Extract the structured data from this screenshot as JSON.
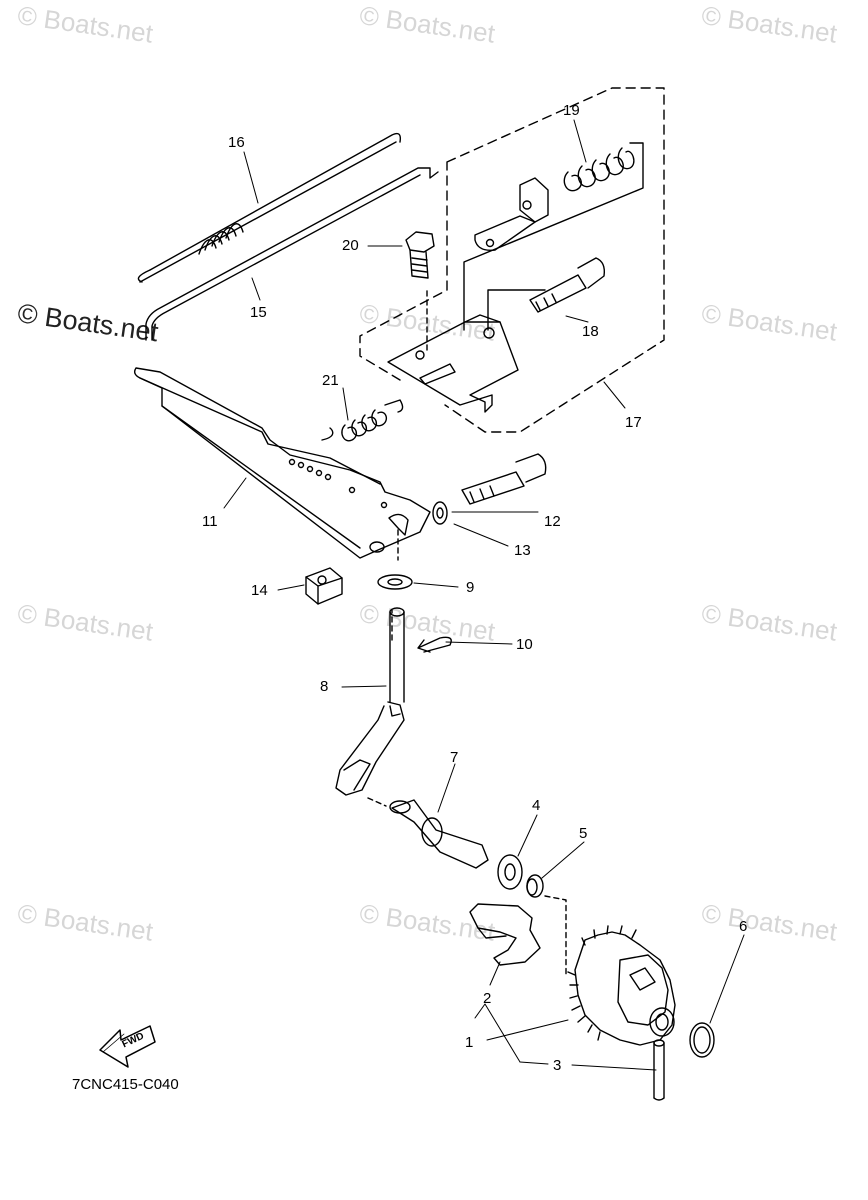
{
  "watermark": {
    "text": "© Boats.net"
  },
  "callouts": {
    "p1": "1",
    "p2": "2",
    "p3": "3",
    "p4": "4",
    "p5": "5",
    "p6": "6",
    "p7": "7",
    "p8": "8",
    "p9": "9",
    "p10": "10",
    "p11": "11",
    "p12": "12",
    "p13": "13",
    "p14": "14",
    "p15": "15",
    "p16": "16",
    "p17": "17",
    "p18": "18",
    "p19": "19",
    "p20": "20",
    "p21": "21"
  },
  "fwd_label": "FWD",
  "diagram_code": "7CNC415-C040"
}
